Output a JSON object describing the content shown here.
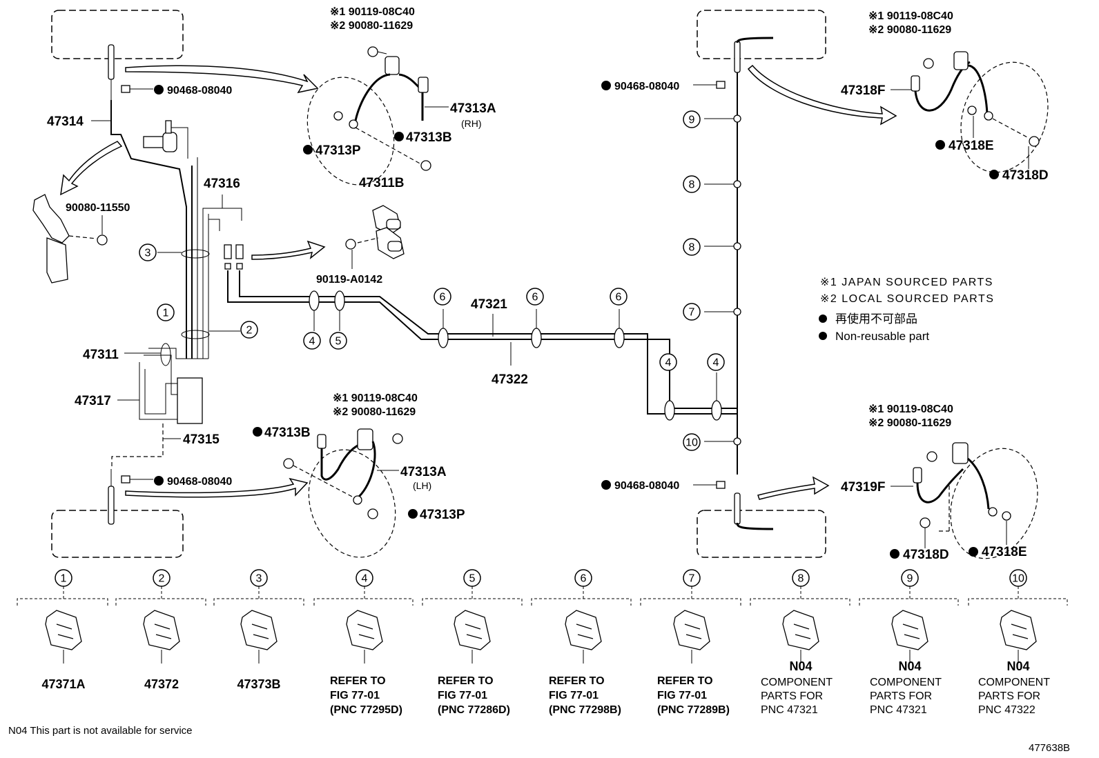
{
  "labels": {
    "p90468_tl": "90468-08040",
    "p90468_bl": "90468-08040",
    "p90468_tr": "90468-08040",
    "p90468_br": "90468-08040",
    "p47314": "47314",
    "p90080_11550": "90080-11550",
    "p47316": "47316",
    "p47311": "47311",
    "p47317": "47317",
    "p47315": "47315",
    "p47311B": "47311B",
    "p90119_A0142": "90119-A0142",
    "p47321": "47321",
    "p47322": "47322",
    "rh_s1": "※1 90119-08C40",
    "rh_s2": "※2 90080-11629",
    "p47313A_rh": "47313A",
    "rh": "(RH)",
    "p47313B_rh": "47313B",
    "p47313P_rh": "47313P",
    "lh_s1": "※1 90119-08C40",
    "lh_s2": "※2 90080-11629",
    "p47313B_lh": "47313B",
    "p47313A_lh": "47313A",
    "lh": "(LH)",
    "p47313P_lh": "47313P",
    "tr_s1": "※1 90119-08C40",
    "tr_s2": "※2 90080-11629",
    "p47318F": "47318F",
    "p47318E_tr": "47318E",
    "p47318D_tr": "47318D",
    "br_s1": "※1 90119-08C40",
    "br_s2": "※2 90080-11629",
    "p47319F": "47319F",
    "p47318D_br": "47318D",
    "p47318E_br": "47318E"
  },
  "legend": {
    "line1": "※1 JAPAN SOURCED PARTS",
    "line2": "※2 LOCAL SOURCED PARTS",
    "line3": "再使用不可部品",
    "line4": "Non-reusable part"
  },
  "markers": {
    "m1": "1",
    "m2": "2",
    "m3": "3",
    "m4a": "4",
    "m5": "5",
    "m6a": "6",
    "m6b": "6",
    "m6c": "6",
    "m4b": "4",
    "m4c": "4",
    "m9": "9",
    "m8a": "8",
    "m8b": "8",
    "m7": "7",
    "m10": "10"
  },
  "clips": [
    {
      "num": "1",
      "lines": [
        "47371A"
      ]
    },
    {
      "num": "2",
      "lines": [
        "47372"
      ]
    },
    {
      "num": "3",
      "lines": [
        "47373B"
      ]
    },
    {
      "num": "4",
      "lines": [
        "REFER TO",
        "FIG 77-01",
        "(PNC 77295D)"
      ]
    },
    {
      "num": "5",
      "lines": [
        "REFER TO",
        "FIG 77-01",
        "(PNC 77286D)"
      ]
    },
    {
      "num": "6",
      "lines": [
        "REFER TO",
        "FIG 77-01",
        "(PNC 77298B)"
      ]
    },
    {
      "num": "7",
      "lines": [
        "REFER TO",
        "FIG 77-01",
        "(PNC 77289B)"
      ]
    },
    {
      "num": "8",
      "lines": [
        "N04",
        "COMPONENT",
        "PARTS FOR",
        "PNC 47321"
      ]
    },
    {
      "num": "9",
      "lines": [
        "N04",
        "COMPONENT",
        "PARTS FOR",
        "PNC 47321"
      ]
    },
    {
      "num": "10",
      "lines": [
        "N04",
        "COMPONENT",
        "PARTS FOR",
        "PNC 47322"
      ]
    }
  ],
  "footer": {
    "note": "N04 This part is not available for service",
    "figure_id": "477638B"
  }
}
